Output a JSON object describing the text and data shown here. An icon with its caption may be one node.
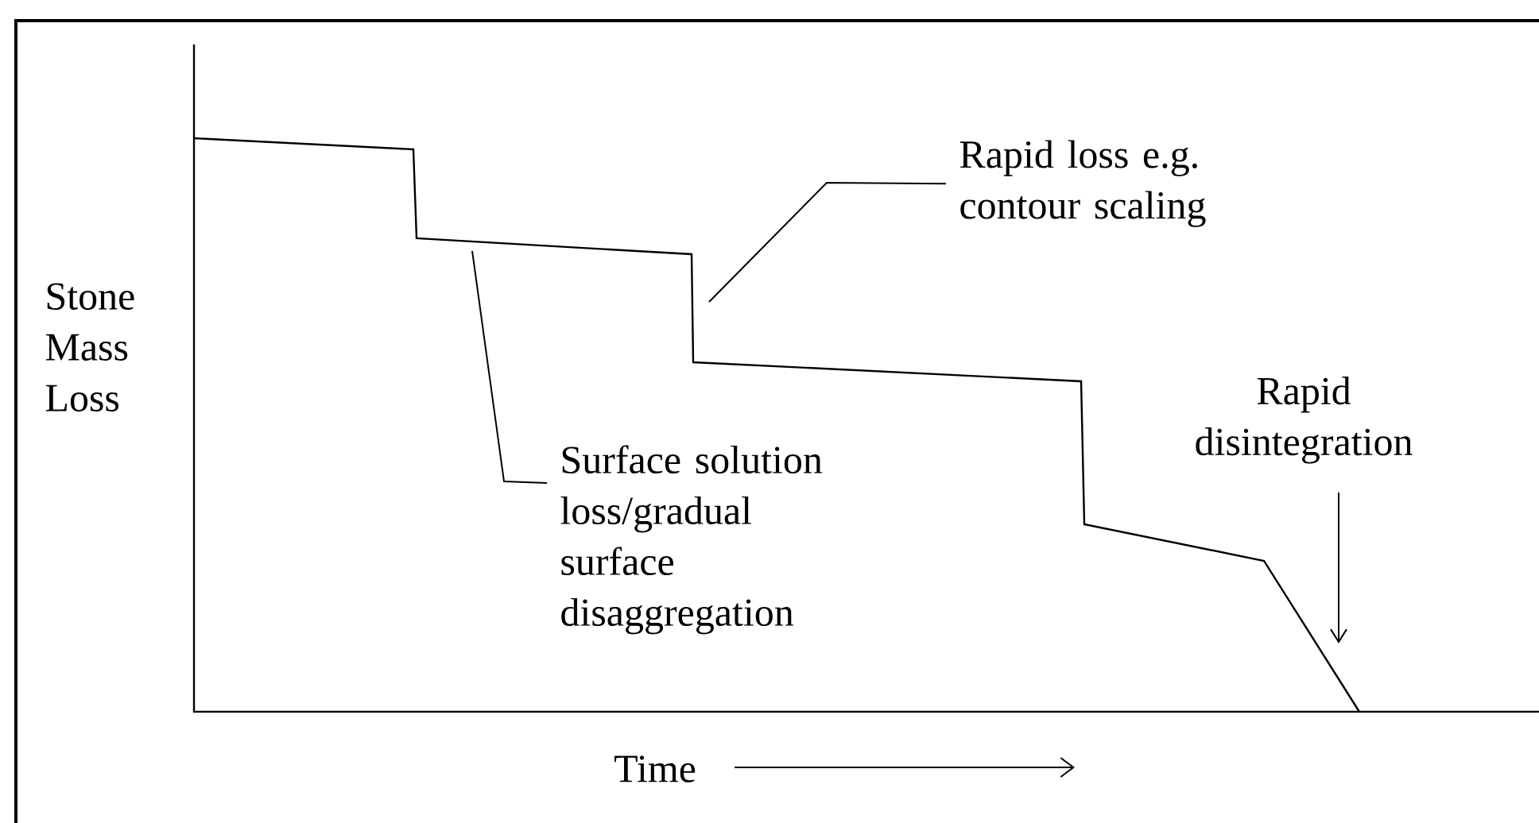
{
  "diagram": {
    "nodes": [
      {
        "text": [
          "Rapid loss e.g. contour scaling"
        ]
      },
      {
        "text": [
          "Surface solution loss/gradual surface disaggregation"
        ]
      },
      {
        "text": [
          "Rapid disintegration"
        ]
      }
    ],
    "edges": [
      {
        "from": 0,
        "to": null,
        "arrow": "none"
      },
      {
        "from": 1,
        "to": null,
        "arrow": "none"
      },
      {
        "from": 2,
        "to": null,
        "arrow": "to"
      }
    ],
    "labels": [
      "Stone Mass Loss",
      "Time"
    ]
  }
}
